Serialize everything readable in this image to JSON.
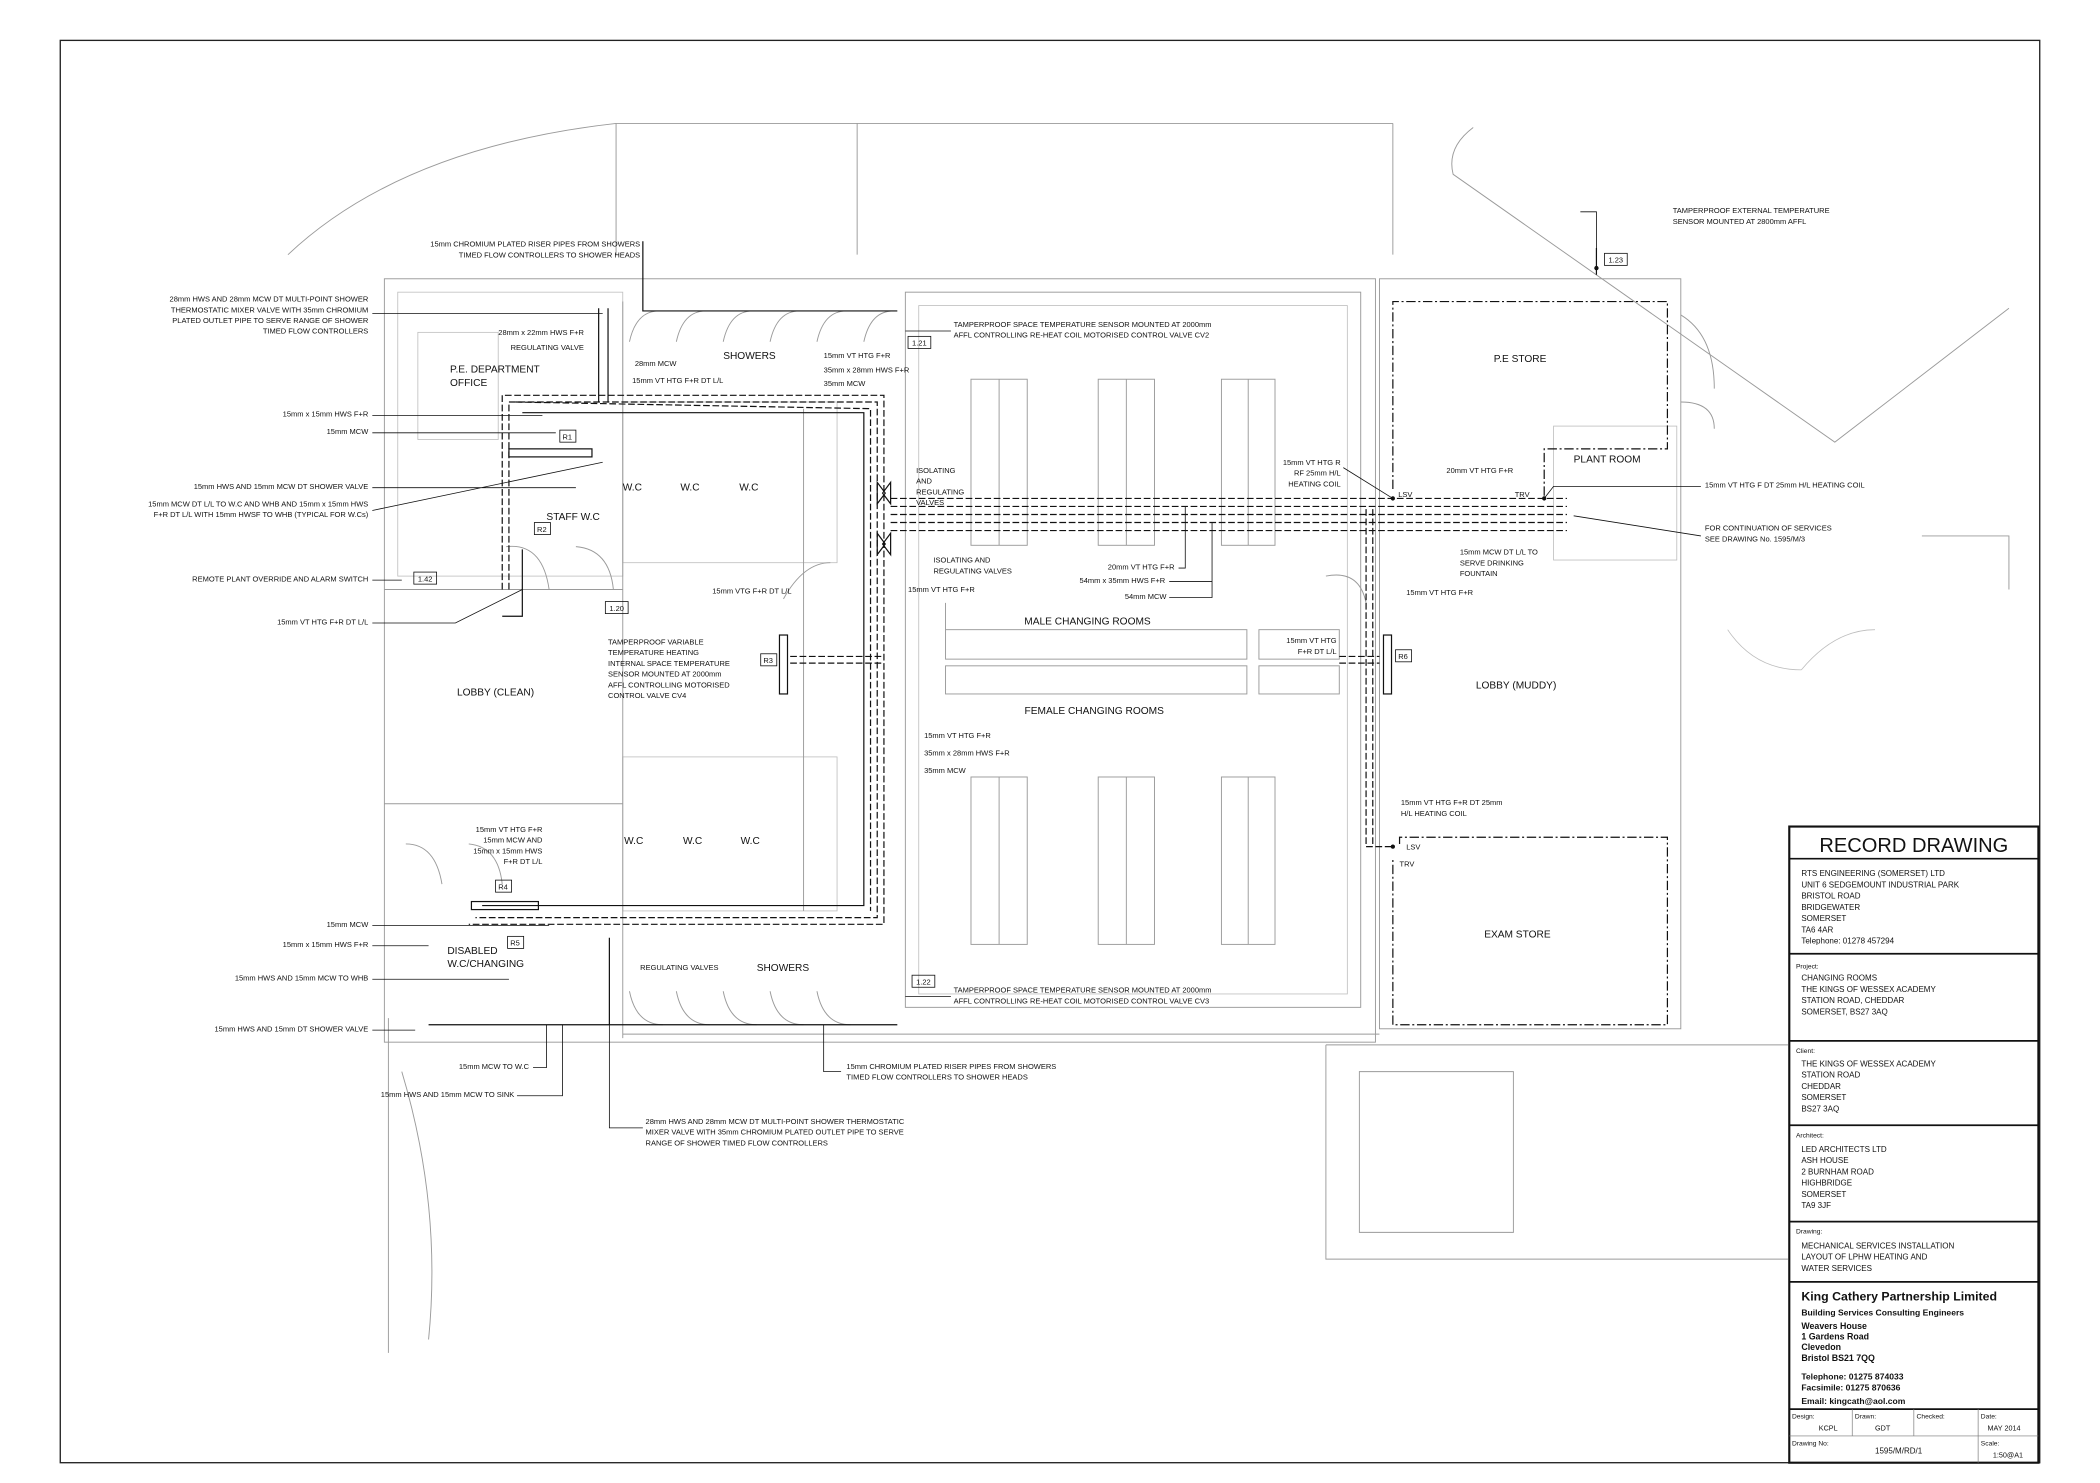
{
  "annotations": {
    "riser_top": [
      "15mm CHROMIUM PLATED RISER PIPES FROM SHOWERS",
      "TIMED FLOW CONTROLLERS TO SHOWER HEADS"
    ],
    "mixer_top": [
      "28mm HWS AND 28mm MCW DT MULTI-POINT SHOWER",
      "THERMOSTATIC MIXER VALVE WITH 35mm CHROMIUM",
      "PLATED OUTLET PIPE TO SERVE RANGE OF SHOWER",
      "TIMED FLOW CONTROLLERS"
    ],
    "hws_28x22": [
      "28mm x 22mm HWS F+R"
    ],
    "reg_valve": [
      "REGULATING VALVE"
    ],
    "mcw_28": [
      "28mm MCW"
    ],
    "htg_dtll_top": [
      "15mm VT HTG F+R DT L/L"
    ],
    "htg_15_top": [
      "15mm VT HTG F+R"
    ],
    "hws_35x28_top": [
      "35mm x 28mm HWS F+R"
    ],
    "mcw_35_top": [
      "35mm MCW"
    ],
    "sensor_cv2": [
      "TAMPERPROOF SPACE TEMPERATURE SENSOR MOUNTED AT 2000mm",
      "AFFL CONTROLLING RE-HEAT COIL MOTORISED CONTROL VALVE CV2"
    ],
    "hws_15x15": [
      "15mm x 15mm HWS F+R"
    ],
    "mcw_15": [
      "15mm MCW"
    ],
    "shower_valve_top": [
      "15mm HWS AND 15mm MCW DT SHOWER VALVE"
    ],
    "wc_typical": [
      "15mm MCW DT L/L TO W.C AND WHB AND 15mm x 15mm HWS",
      "F+R DT L/L WITH 15mm HWSF TO WHB (TYPICAL FOR W.Cs)"
    ],
    "remote_switch": [
      "REMOTE PLANT OVERRIDE AND ALARM SWITCH"
    ],
    "htg_dtll_left": [
      "15mm VT HTG F+R DT L/L"
    ],
    "iso_reg_1": [
      "ISOLATING",
      "AND",
      "REGULATING",
      "VALVES"
    ],
    "iso_reg_2": [
      "ISOLATING AND",
      "REGULATING VALVES"
    ],
    "vtg_dtll": [
      "15mm VTG F+R DT L/L"
    ],
    "htg_15_mid": [
      "15mm VT HTG F+R"
    ],
    "htg_20": [
      "20mm VT HTG F+R"
    ],
    "hws_54x35": [
      "54mm x 35mm HWS F+R"
    ],
    "mcw_54": [
      "54mm MCW"
    ],
    "sensor_cv4": [
      "TAMPERPROOF VARIABLE",
      "TEMPERATURE HEATING",
      "INTERNAL SPACE TEMPERATURE",
      "SENSOR MOUNTED AT 2000mm",
      "AFFL CONTROLLING MOTORISED",
      "CONTROL VALVE CV4"
    ],
    "htg_15_low": [
      "15mm VT HTG F+R"
    ],
    "hws_35x28_low": [
      "35mm x 28mm HWS F+R"
    ],
    "mcw_35_low": [
      "35mm MCW"
    ],
    "coil_return": [
      "15mm VT HTG R",
      "RF 25mm H/L",
      "HEATING COIL"
    ],
    "lsv_1": [
      "LSV"
    ],
    "htg_20_right": [
      "20mm VT HTG F+R"
    ],
    "trv_1": [
      "TRV"
    ],
    "coil_flow": [
      "15mm VT HTG F DT 25mm H/L HEATING COIL"
    ],
    "continuation": [
      "FOR CONTINUATION OF SERVICES",
      "SEE DRAWING No. 1595/M/3"
    ],
    "drinking": [
      "15mm MCW DT L/L TO",
      "SERVE DRINKING",
      "FOUNTAIN"
    ],
    "htg_15_right": [
      "15mm VT HTG F+R"
    ],
    "htg_dtll_right": [
      "15mm VT HTG",
      "F+R DT L/L"
    ],
    "sensor_external": [
      "TAMPERPROOF EXTERNAL TEMPERATURE",
      "SENSOR MOUNTED AT 2800mm AFFL"
    ],
    "coil_exam": [
      "15mm VT HTG F+R DT 25mm",
      "H/L HEATING COIL"
    ],
    "lsv_2": [
      "LSV"
    ],
    "trv_2": [
      "TRV"
    ],
    "disabled_feed": [
      "15mm VT HTG F+R",
      "15mm MCW AND",
      "15mm x 15mm HWS",
      "F+R DT L/L"
    ],
    "mcw_15_low": [
      "15mm MCW"
    ],
    "hws_15x15_low": [
      "15mm x 15mm HWS F+R"
    ],
    "whb": [
      "15mm HWS AND 15mm MCW TO WHB"
    ],
    "shower_valve_low": [
      "15mm HWS AND 15mm DT SHOWER VALVE"
    ],
    "reg_valves_low": [
      "REGULATING VALVES"
    ],
    "sensor_cv3": [
      "TAMPERPROOF SPACE TEMPERATURE SENSOR MOUNTED AT 2000mm",
      "AFFL CONTROLLING RE-HEAT COIL MOTORISED CONTROL VALVE CV3"
    ],
    "mcw_wc": [
      "15mm MCW TO W.C"
    ],
    "sink": [
      "15mm HWS AND 15mm MCW TO SINK"
    ],
    "riser_low": [
      "15mm CHROMIUM PLATED RISER PIPES FROM SHOWERS",
      "TIMED FLOW CONTROLLERS TO SHOWER HEADS"
    ],
    "mixer_low": [
      "28mm HWS AND 28mm MCW DT MULTI-POINT SHOWER THERMOSTATIC",
      "MIXER VALVE WITH 35mm CHROMIUM PLATED OUTLET PIPE TO SERVE",
      "RANGE OF SHOWER TIMED FLOW CONTROLLERS"
    ]
  },
  "rooms": {
    "pe_office": [
      "P.E. DEPARTMENT",
      "OFFICE"
    ],
    "showers_top": [
      "SHOWERS"
    ],
    "wc_1": [
      "W.C"
    ],
    "wc_2": [
      "W.C"
    ],
    "wc_3": [
      "W.C"
    ],
    "staff_wc": [
      "STAFF W.C"
    ],
    "lobby_clean": [
      "LOBBY (CLEAN)"
    ],
    "male": [
      "MALE CHANGING ROOMS"
    ],
    "female": [
      "FEMALE CHANGING ROOMS"
    ],
    "pe_store": [
      "P.E STORE"
    ],
    "plant_room": [
      "PLANT ROOM"
    ],
    "lobby_muddy": [
      "LOBBY (MUDDY)"
    ],
    "exam_store": [
      "EXAM STORE"
    ],
    "wc_4": [
      "W.C"
    ],
    "wc_5": [
      "W.C"
    ],
    "wc_6": [
      "W.C"
    ],
    "disabled": [
      "DISABLED",
      "W.C/CHANGING"
    ],
    "showers_low": [
      "SHOWERS"
    ]
  },
  "tags": {
    "t121": "1.21",
    "t120": "1.20",
    "t142": "1.42",
    "t123": "1.23",
    "t122": "1.22",
    "r1": "R1",
    "r2": "R2",
    "r3": "R3",
    "r4": "R4",
    "r5": "R5",
    "r6": "R6"
  },
  "title_block": {
    "status": "RECORD DRAWING",
    "contractor": [
      "RTS ENGINEERING (SOMERSET) LTD",
      "UNIT 6 SEDGEMOUNT INDUSTRIAL PARK",
      "BRISTOL ROAD",
      "BRIDGEWATER",
      "SOMERSET",
      "TA6 4AR",
      "Telephone: 01278 457294"
    ],
    "project_label": "Project:",
    "project": [
      "CHANGING ROOMS",
      "THE KINGS OF WESSEX ACADEMY",
      "STATION ROAD, CHEDDAR",
      "SOMERSET, BS27 3AQ"
    ],
    "client_label": "Client:",
    "client": [
      "THE KINGS OF WESSEX ACADEMY",
      "STATION ROAD",
      "CHEDDAR",
      "SOMERSET",
      "BS27 3AQ"
    ],
    "architect_label": "Architect:",
    "architect": [
      "LED ARCHITECTS LTD",
      "ASH HOUSE",
      "2 BURNHAM ROAD",
      "HIGHBRIDGE",
      "SOMERSET",
      "TA9 3JF"
    ],
    "drawing_label": "Drawing:",
    "drawing": [
      "MECHANICAL SERVICES INSTALLATION",
      "LAYOUT OF LPHW HEATING AND",
      "WATER SERVICES"
    ],
    "consultant": "King Cathery Partnership Limited",
    "consultant_sub": "Building Services Consulting Engineers",
    "consultant_address": [
      "Weavers House",
      "1 Gardens Road",
      "Clevedon",
      "Bristol BS21 7QQ"
    ],
    "telephone": "Telephone: 01275 874033",
    "facsimile": "Facsimile: 01275 870636",
    "email": "Email: kingcath@aol.com",
    "design_label": "Design:",
    "design": "KCPL",
    "drawn_label": "Drawn:",
    "drawn": "GDT",
    "checked_label": "Checked:",
    "date_label": "Date:",
    "date": "MAY 2014",
    "drawing_no_label": "Drawing No:",
    "drawing_no": "1595/M/RD/1",
    "scale_label": "Scale:",
    "scale": "1:50@A1"
  }
}
